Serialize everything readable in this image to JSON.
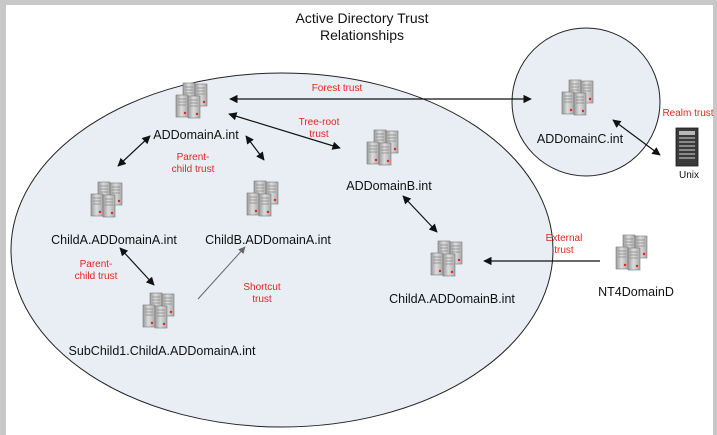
{
  "title": {
    "line1": "Active Directory Trust",
    "line2": "Relationships"
  },
  "nodes": {
    "addomain_a": "ADDomainA.int",
    "addomain_b": "ADDomainB.int",
    "addomain_c": "ADDomainC.int",
    "child_a": "ChildA.ADDomainA.int",
    "child_b": "ChildB.ADDomainA.int",
    "subchild1": "SubChild1.ChildA.ADDomainA.int",
    "child_a_b": "ChildA.ADDomainB.int",
    "nt4": "NT4DomainD",
    "unix": "Unix"
  },
  "trusts": {
    "forest": [
      "Forest trust"
    ],
    "tree_root": [
      "Tree-root",
      "trust"
    ],
    "parent_child_top": [
      "Parent-",
      "child trust"
    ],
    "parent_child_left": [
      "Parent-",
      "child trust"
    ],
    "shortcut": [
      "Shortcut",
      "trust"
    ],
    "external": [
      "External",
      "trust"
    ],
    "realm": [
      "Realm trust"
    ]
  },
  "colors": {
    "trust_text": "#e0271f",
    "forest_fill": "#e8eef4",
    "server_body": "#c4c4c4",
    "server_dark": "#8c8c8c"
  },
  "icons": {
    "domain_controller": "server-cluster-icon",
    "unix_host": "unix-server-icon"
  }
}
